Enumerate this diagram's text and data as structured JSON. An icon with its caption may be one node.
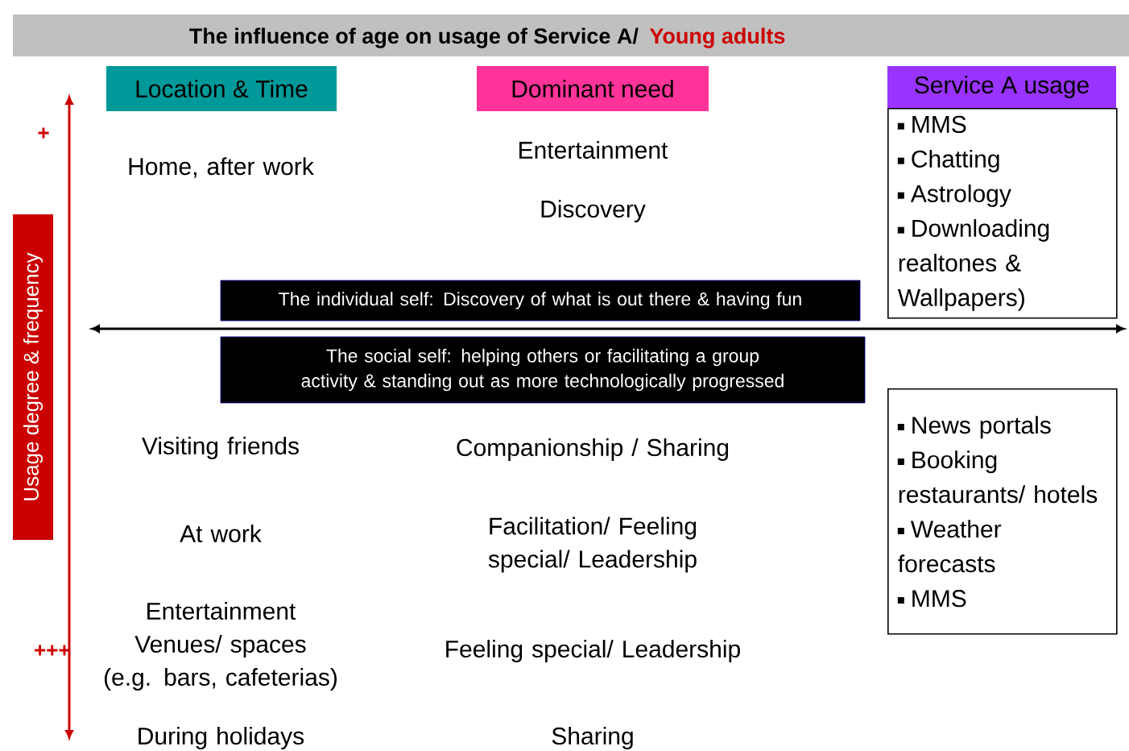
{
  "diagram": {
    "title": "The influence of age on usage of Service A/",
    "nodes": [
      {
        "text": [
          "Location & Time"
        ]
      },
      {
        "text": [
          "Dominant need"
        ]
      },
      {
        "text": [
          "Service A usage"
        ]
      },
      {
        "text": [
          "MMS",
          "Chatting",
          "Astrology",
          "Downloading realtones & Wallpapers)"
        ]
      },
      {
        "text": [
          "Usage degree & frequency"
        ]
      },
      {
        "text": [
          "The individual self: Discovery of what is out there & having fun"
        ]
      },
      {
        "text": [
          "The social self: helping others or facilitating a group activity & standing out as more technologically progressed"
        ]
      },
      {
        "text": [
          "News portals",
          "Booking restaurants/ hotels",
          "Weather forecasts",
          "MMS"
        ]
      }
    ],
    "labels": [
      "Young adults",
      "+",
      "Home, after work",
      "Entertainment",
      "Discovery",
      "Visiting friends",
      "Companionship / Sharing",
      "At work",
      "Facilitation/ Feeling special/ Leadership",
      "Entertainment Venues/ spaces (e.g. bars, cafeterias)",
      "+++",
      "Feeling special/ Leadership",
      "During holidays",
      "Sharing"
    ]
  }
}
